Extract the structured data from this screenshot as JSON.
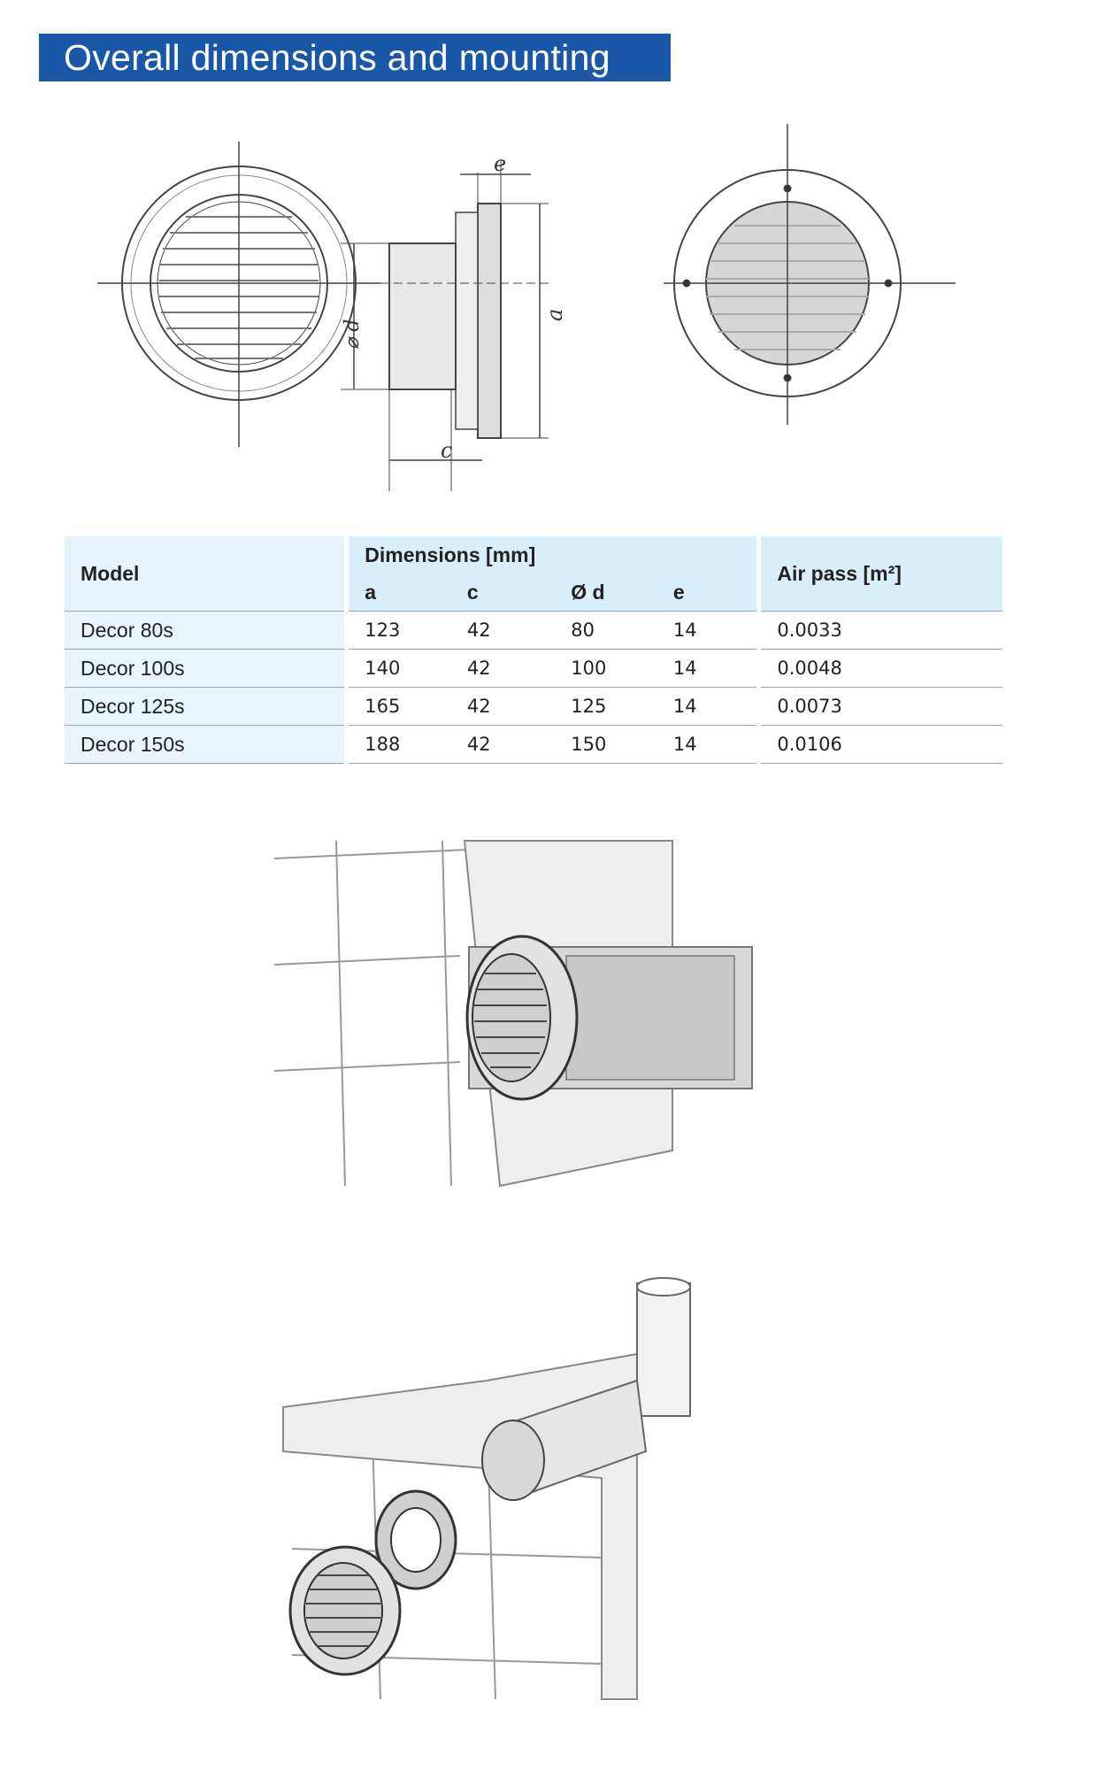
{
  "header": {
    "title": "Overall dimensions and mounting"
  },
  "drawing_labels": {
    "e": "e",
    "c": "c",
    "a": "a",
    "d": "⌀ d"
  },
  "table": {
    "model_header": "Model",
    "dimensions_header": "Dimensions [mm]",
    "sub_headers": [
      "a",
      "c",
      "Ø d",
      "e"
    ],
    "air_header": "Air pass [m²]",
    "rows": [
      {
        "model": "Decor 80s",
        "a": "123",
        "c": "42",
        "d": "80",
        "e": "14",
        "air": "0.0033"
      },
      {
        "model": "Decor 100s",
        "a": "140",
        "c": "42",
        "d": "100",
        "e": "14",
        "air": "0.0048"
      },
      {
        "model": "Decor 125s",
        "a": "165",
        "c": "42",
        "d": "125",
        "e": "14",
        "air": "0.0073"
      },
      {
        "model": "Decor 150s",
        "a": "188",
        "c": "42",
        "d": "150",
        "e": "14",
        "air": "0.0106"
      }
    ]
  },
  "colors": {
    "banner": "#1a57a6",
    "header_bg": "#d9eefb",
    "model_col_bg": "#e9f4fc"
  }
}
